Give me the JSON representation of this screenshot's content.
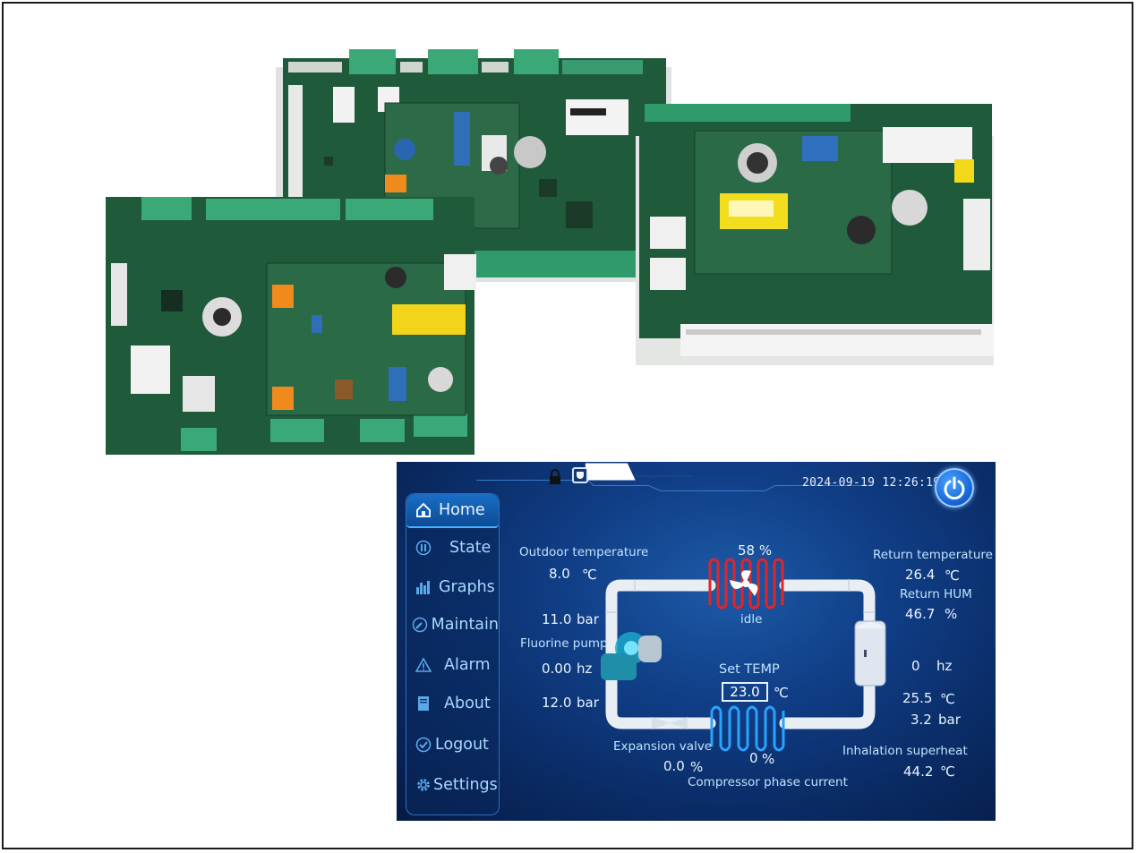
{
  "screen": {
    "datetime": "2024-09-19 12:26:19",
    "icons": {
      "lock": "lock-icon",
      "shield": "shield-icon",
      "power": "power-icon"
    }
  },
  "nav": [
    {
      "label": "Home",
      "icon": "home-icon",
      "active": true
    },
    {
      "label": "State",
      "icon": "state-icon"
    },
    {
      "label": "Graphs",
      "icon": "chart-icon"
    },
    {
      "label": "Maintain",
      "icon": "wrench-icon"
    },
    {
      "label": "Alarm",
      "icon": "warning-icon"
    },
    {
      "label": "About",
      "icon": "document-icon"
    },
    {
      "label": "Logout",
      "icon": "check-icon"
    },
    {
      "label": "Settings",
      "icon": "gear-icon"
    }
  ],
  "readings": {
    "outdoor_temp_label": "Outdoor temperature",
    "outdoor_temp_value": "8.0",
    "outdoor_temp_unit": "℃",
    "fan_percent": "58 %",
    "fan_status": "idle",
    "return_temp_label": "Return temperature",
    "return_temp_value": "26.4",
    "return_temp_unit": "℃",
    "return_hum_label": "Return HUM",
    "return_hum_value": "46.7",
    "return_hum_unit": "%",
    "pressure1_value": "11.0",
    "pressure1_unit": "bar",
    "fluorine_pump_label": "Fluorine pump",
    "pump_freq_value": "0.00",
    "pump_freq_unit": "hz",
    "compressor_freq_value": "0",
    "compressor_freq_unit": "hz",
    "set_temp_label": "Set TEMP",
    "set_temp_value": "23.0",
    "set_temp_unit": "℃",
    "pressure2_value": "12.0",
    "pressure2_unit": "bar",
    "suction_temp_value": "25.5",
    "suction_temp_unit": "℃",
    "suction_pressure_value": "3.2",
    "suction_pressure_unit": "bar",
    "expansion_valve_label": "Expansion valve",
    "expansion_valve_value": "0.0",
    "expansion_valve_unit": "%",
    "evap_percent_value": "0",
    "evap_percent_unit": "%",
    "compressor_current_label": "Compressor phase current",
    "superheat_label": "Inhalation superheat",
    "superheat_value": "44.2",
    "superheat_unit": "℃"
  },
  "colors": {
    "pcb_green": "#1f5a3a",
    "connector_green": "#2f9a6a",
    "screen_bg": "#0f3f86",
    "accent_blue": "#2a8cff",
    "coil_red": "#e0262a",
    "coil_blue": "#2aa3ff",
    "pipe_white": "#e9eef5"
  }
}
